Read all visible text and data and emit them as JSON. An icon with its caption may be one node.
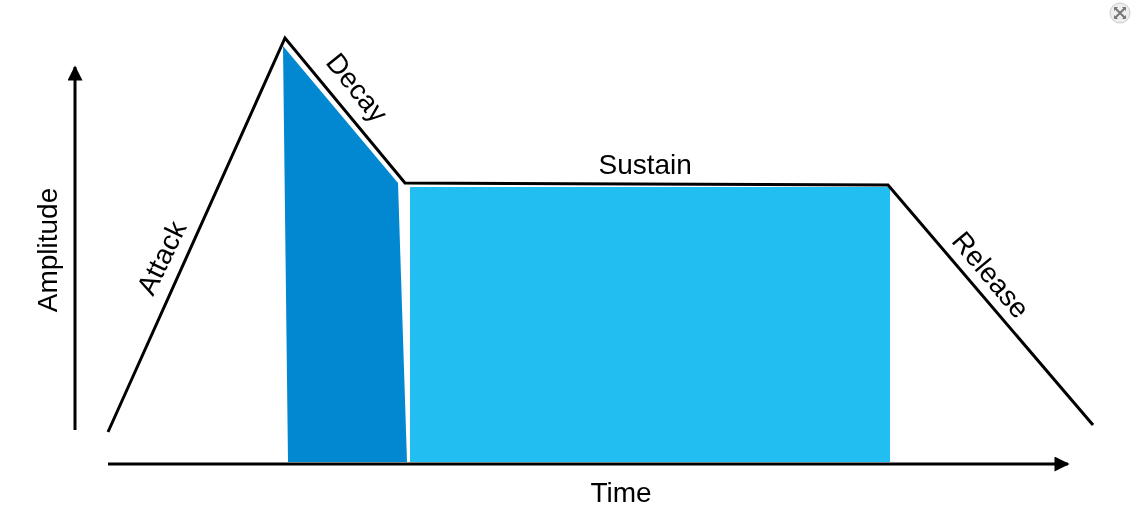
{
  "diagram": {
    "labels": [
      "Amplitude",
      "Attack",
      "Decay",
      "Sustain",
      "Release",
      "Time"
    ]
  }
}
